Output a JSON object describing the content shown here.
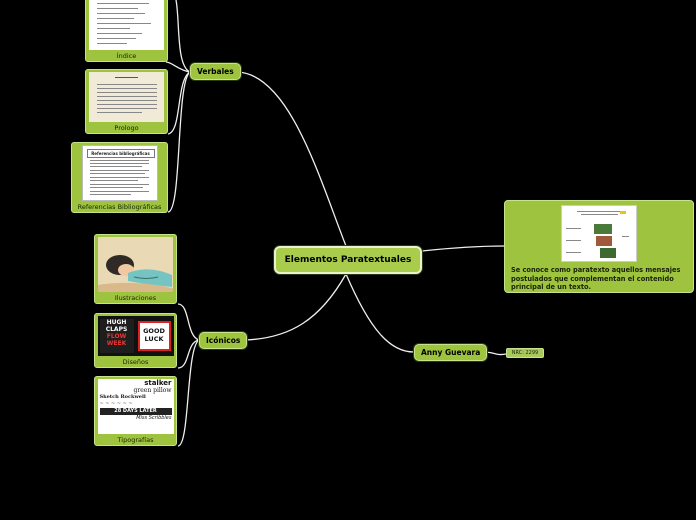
{
  "root": {
    "label": "Elementos Paratextuales"
  },
  "branches": {
    "verbales": {
      "label": "Verbales",
      "cards": [
        {
          "caption": "Índice",
          "image": "index-page-thumbnail"
        },
        {
          "caption": "Prologo",
          "image": "prologue-page-thumbnail"
        },
        {
          "caption": "Referencias Bibliográficas",
          "image": "references-page-thumbnail",
          "image_heading": "Referencias bibliográficas"
        }
      ]
    },
    "iconicos": {
      "label": "Icónicos",
      "cards": [
        {
          "caption": "Ilustraciones",
          "image": "sleeping-girl-illustration"
        },
        {
          "caption": "Diseños",
          "image": "poster-design-thumbnail",
          "image_words": [
            "HUGH",
            "CLAPS",
            "FLOW",
            "WEEK",
            "GOOD",
            "LUCK"
          ]
        },
        {
          "caption": "Tipografías",
          "image": "typography-samples-thumbnail",
          "image_words": [
            "stalker",
            "green",
            "pillow",
            "Sketch Rockwell",
            "28 DAYS LATER",
            "Miss Scribbles"
          ]
        }
      ]
    },
    "anny": {
      "label": "Anny Guevara",
      "tag": "NRC: 2299"
    }
  },
  "note": {
    "text": "Se conoce como paratexto aquellos mensajes postulados que complementan el contenido principal de un texto.",
    "image": "paratext-diagram-thumbnail"
  },
  "colors": {
    "background": "#000000",
    "node": "#9dc33f",
    "link": "#f2f2f2"
  }
}
